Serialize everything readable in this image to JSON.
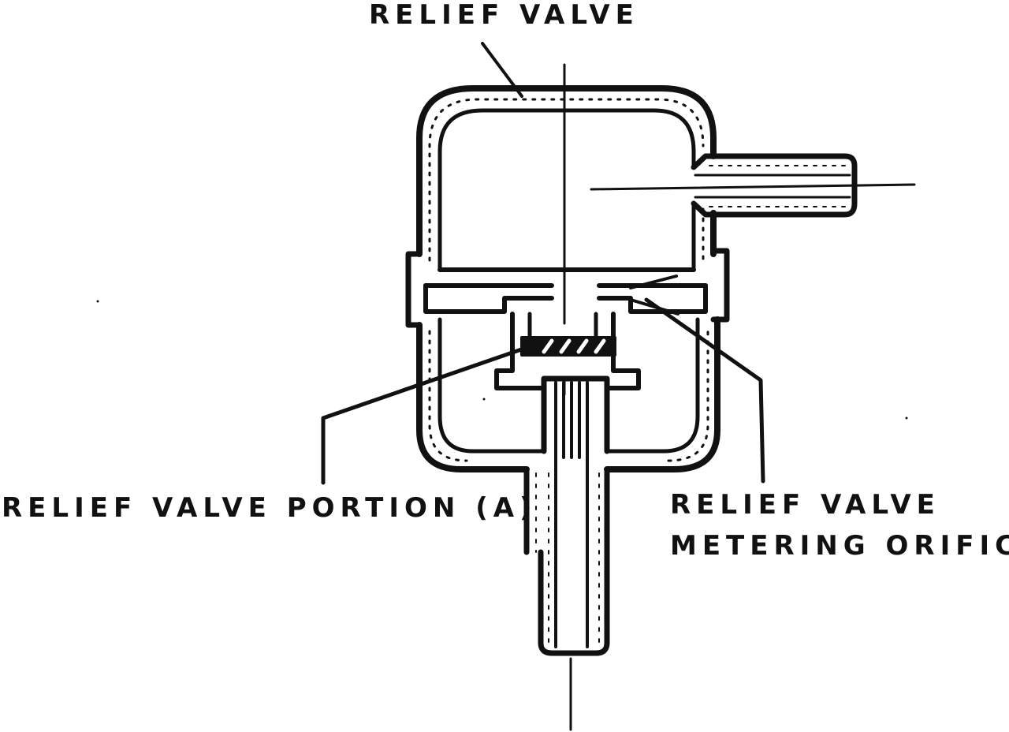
{
  "labels": {
    "relief_valve": "RELIEF VALVE",
    "relief_valve_portion": "RELIEF VALVE PORTION (A)",
    "metering_orifice_line1": "RELIEF VALVE",
    "metering_orifice_line2": "METERING ORIFICE"
  },
  "colors": {
    "ink": "#111111",
    "background": "#ffffff"
  }
}
